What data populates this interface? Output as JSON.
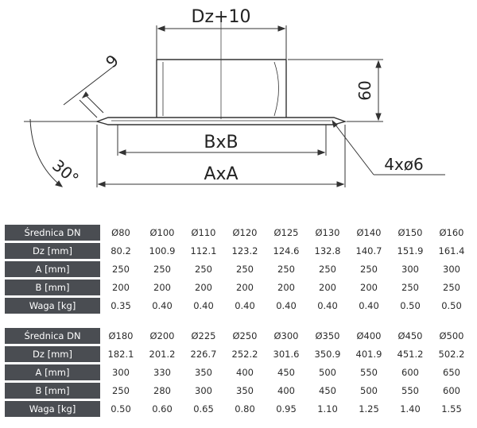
{
  "drawing": {
    "dim_top": "Dz+10",
    "dim_flange": "9",
    "dim_height": "60",
    "dim_inner": "BxB",
    "dim_outer": "AxA",
    "dim_angle": "30°",
    "dim_holes": "4xø6"
  },
  "table1": {
    "rows": [
      {
        "label": "Średnica DN",
        "values": [
          "Ø80",
          "Ø100",
          "Ø110",
          "Ø120",
          "Ø125",
          "Ø130",
          "Ø140",
          "Ø150",
          "Ø160"
        ]
      },
      {
        "label": "Dz [mm]",
        "values": [
          "80.2",
          "100.9",
          "112.1",
          "123.2",
          "124.6",
          "132.8",
          "140.7",
          "151.9",
          "161.4"
        ]
      },
      {
        "label": "A [mm]",
        "values": [
          "250",
          "250",
          "250",
          "250",
          "250",
          "250",
          "250",
          "300",
          "300"
        ]
      },
      {
        "label": "B [mm]",
        "values": [
          "200",
          "200",
          "200",
          "200",
          "200",
          "200",
          "200",
          "250",
          "250"
        ]
      },
      {
        "label": "Waga [kg]",
        "values": [
          "0.35",
          "0.40",
          "0.40",
          "0.40",
          "0.40",
          "0.40",
          "0.40",
          "0.50",
          "0.50"
        ]
      }
    ]
  },
  "table2": {
    "rows": [
      {
        "label": "Średnica DN",
        "values": [
          "Ø180",
          "Ø200",
          "Ø225",
          "Ø250",
          "Ø300",
          "Ø350",
          "Ø400",
          "Ø450",
          "Ø500"
        ]
      },
      {
        "label": "Dz [mm]",
        "values": [
          "182.1",
          "201.2",
          "226.7",
          "252.2",
          "301.6",
          "350.9",
          "401.9",
          "451.2",
          "502.2"
        ]
      },
      {
        "label": "A [mm]",
        "values": [
          "300",
          "330",
          "350",
          "400",
          "450",
          "500",
          "550",
          "600",
          "650"
        ]
      },
      {
        "label": "B [mm]",
        "values": [
          "250",
          "280",
          "300",
          "350",
          "400",
          "450",
          "500",
          "550",
          "600"
        ]
      },
      {
        "label": "Waga [kg]",
        "values": [
          "0.50",
          "0.60",
          "0.65",
          "0.80",
          "0.95",
          "1.10",
          "1.25",
          "1.40",
          "1.55"
        ]
      }
    ]
  }
}
